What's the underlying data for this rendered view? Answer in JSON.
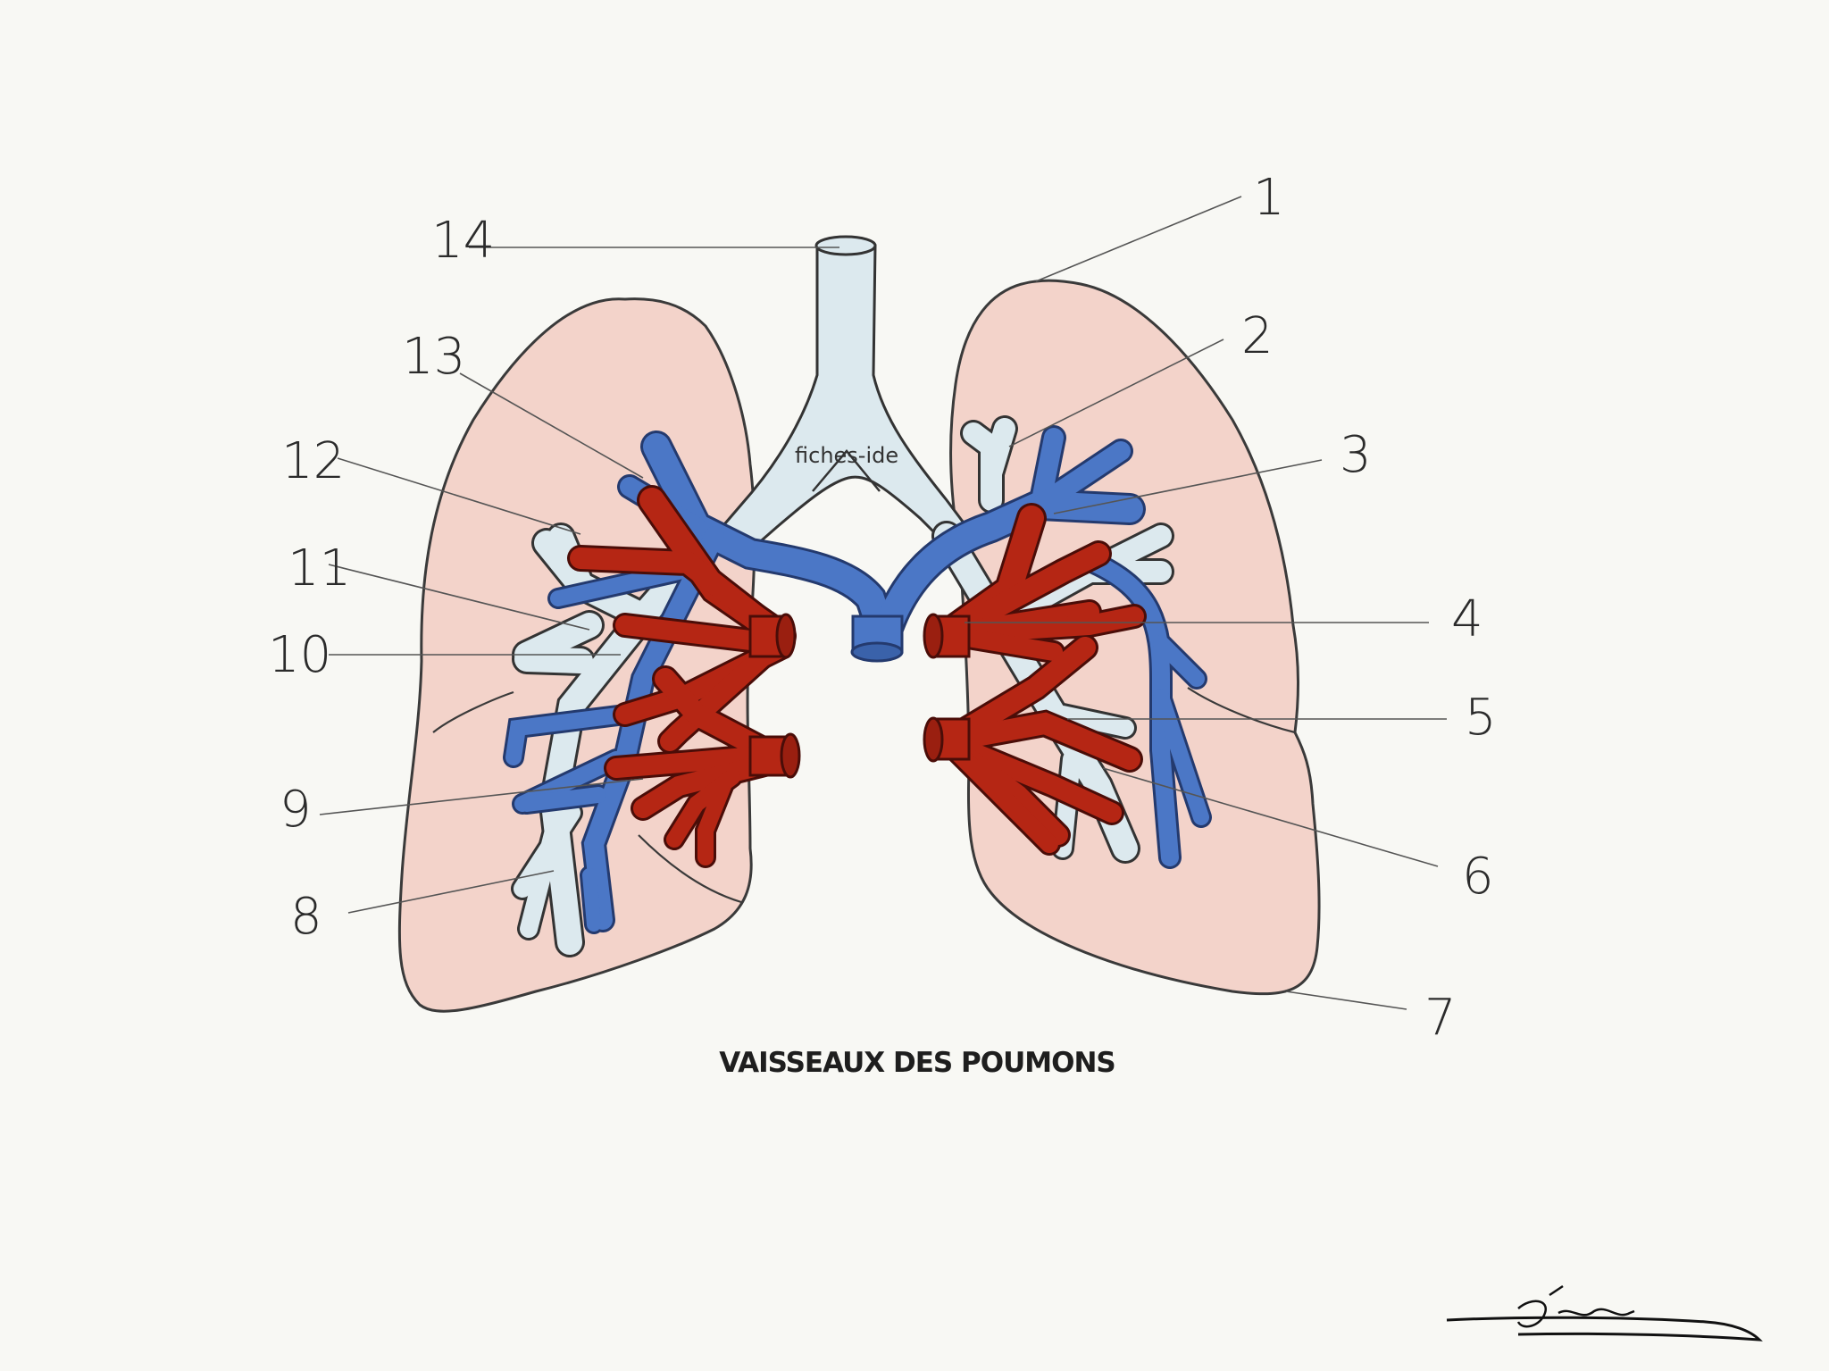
{
  "title": "VAISSEAUX DES POUMONS",
  "watermark": "fiches-ide",
  "signature_text": "Léana",
  "labels": [
    {
      "id": "1",
      "text": "1"
    },
    {
      "id": "2",
      "text": "2"
    },
    {
      "id": "3",
      "text": "3"
    },
    {
      "id": "4",
      "text": "4"
    },
    {
      "id": "5",
      "text": "5"
    },
    {
      "id": "6",
      "text": "6"
    },
    {
      "id": "7",
      "text": "7"
    },
    {
      "id": "8",
      "text": "8"
    },
    {
      "id": "9",
      "text": "9"
    },
    {
      "id": "10",
      "text": "10"
    },
    {
      "id": "11",
      "text": "11"
    },
    {
      "id": "12",
      "text": "12"
    },
    {
      "id": "13",
      "text": "13"
    },
    {
      "id": "14",
      "text": "14"
    }
  ],
  "colors": {
    "background": "#f8f8f4",
    "lung_fill": "#f3d3ca",
    "airway": "#dce9ee",
    "pulmonary_vein": "#4b77c6",
    "pulmonary_artery": "#b52614"
  }
}
